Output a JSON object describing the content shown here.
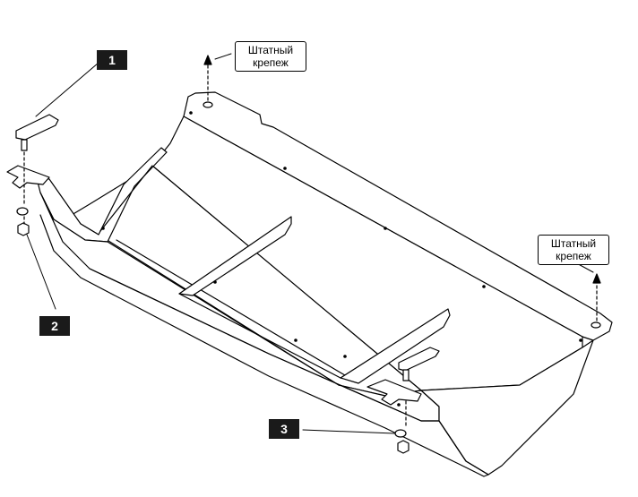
{
  "callouts": [
    {
      "number": "1"
    },
    {
      "number": "2"
    },
    {
      "number": "3"
    }
  ],
  "notes": [
    {
      "line1": "Штатный",
      "line2": "крепеж"
    },
    {
      "line1": "Штатный",
      "line2": "крепеж"
    }
  ]
}
